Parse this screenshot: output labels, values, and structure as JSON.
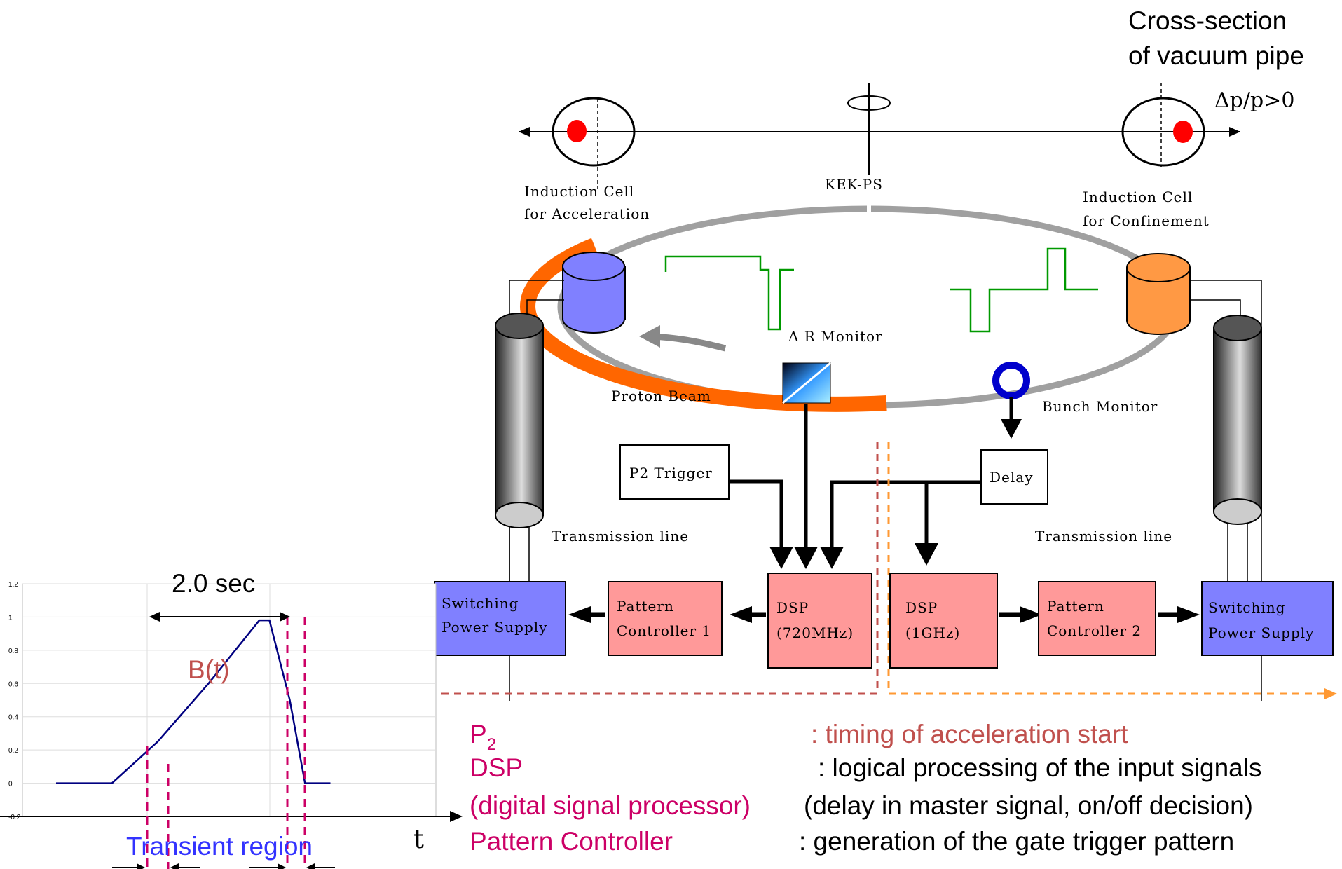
{
  "cross_section": {
    "line1": "Cross-section",
    "line2": "of vacuum pipe",
    "dp": "Δp/p>0"
  },
  "ring": {
    "kekps": "KEK-PS",
    "cell_acc_1": "Induction Cell",
    "cell_acc_2": "for Acceleration",
    "cell_conf_1": "Induction Cell",
    "cell_conf_2": "for Confinement",
    "dr_monitor": "Δ R Monitor",
    "proton_beam": "Proton Beam",
    "bunch_monitor": "Bunch Monitor"
  },
  "blocks": {
    "p2_trigger": "P2 Trigger",
    "delay": "Delay",
    "tl_left": "Transmission line",
    "tl_right": "Transmission line",
    "sps_left_1": "Switching",
    "sps_left_2": "Power Supply",
    "pc1_1": "Pattern",
    "pc1_2": "Controller 1",
    "dsp1_1": "DSP",
    "dsp1_2": "(720MHz)",
    "dsp2_1": "DSP",
    "dsp2_2": "(1GHz)",
    "pc2_1": "Pattern",
    "pc2_2": "Controller 2",
    "sps_right_1": "Switching",
    "sps_right_2": "Power Supply"
  },
  "legend": {
    "p2_term": "P",
    "p2_sub": "2",
    "p2_desc": ":   timing of  acceleration start",
    "dsp_term": "DSP",
    "dsp_desc": ":  logical processing of the input signals",
    "dsp_full": "(digital signal processor)",
    "dsp_full_desc": "(delay in master signal, on/off decision)",
    "pc_term": "Pattern Controller",
    "pc_desc": ": generation of the gate trigger pattern"
  },
  "inset": {
    "duration": "2.0 sec",
    "curve_label": "B(t)",
    "t_label": "t",
    "transient": "Transient region",
    "y_ticks": [
      "1.2",
      "1",
      "0.8",
      "0.6",
      "0.4",
      "0.2",
      "0",
      "-0.2"
    ]
  },
  "chart_data": {
    "type": "line",
    "title": "",
    "xlabel": "t",
    "ylabel": "",
    "ylim": [
      -0.2,
      1.2
    ],
    "series": [
      {
        "name": "B(t)",
        "x": [
          0,
          0.55,
          1.0,
          1.5,
          2.0,
          2.1,
          2.3,
          2.45,
          2.7
        ],
        "y": [
          0,
          0,
          0.25,
          0.6,
          0.98,
          0.98,
          0.5,
          0,
          0
        ]
      }
    ]
  },
  "colors": {
    "pink": "#ff9999",
    "blue": "#8080ff",
    "orange": "#ff6600",
    "gray": "#a0a0a0",
    "green": "#009900",
    "legend_term": "#cc0066",
    "p2_desc": "#c0504d",
    "dsp_full": "#cc0066",
    "bt": "#c0504d",
    "transient": "#3333ff"
  }
}
